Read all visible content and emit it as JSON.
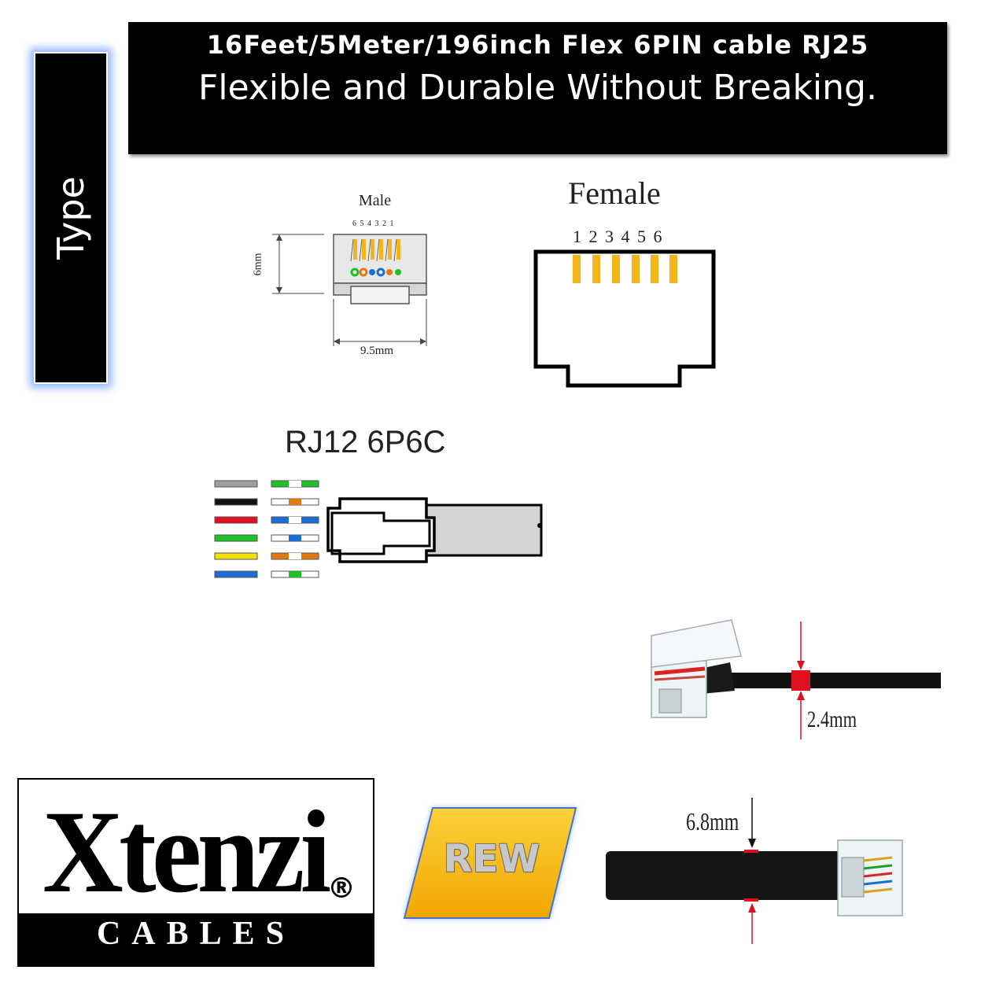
{
  "header": {
    "title": "16Feet/5Meter/196inch Flex 6PIN cable RJ25",
    "subtitle": "Flexible and Durable Without Breaking."
  },
  "type_panel": {
    "label": "Type"
  },
  "male_diagram": {
    "label": "Male",
    "pin_numbers": "6 5 4 3 2 1",
    "height_label": "6mm",
    "width_label": "9.5mm"
  },
  "female_diagram": {
    "label": "Female",
    "pin_numbers": "1 2 3 4 5 6",
    "contact_color": "#f5b51a"
  },
  "rj12": {
    "title": "RJ12 6P6C",
    "wire_colors": [
      "#a0a0a0",
      "#111111",
      "#e01020",
      "#1fc02a",
      "#f2e000",
      "#1a6fd6"
    ],
    "stripe_colors": [
      "#1fc02a",
      "#e07a10",
      "#1a6fd6",
      "#1a6fd6",
      "#e07a10",
      "#1fc02a"
    ]
  },
  "cable_diameter": {
    "label": "2.4mm"
  },
  "flat_cable": {
    "label": "6.8mm"
  },
  "logo": {
    "word": "Xtenzi",
    "reg_mark": "®",
    "tagline": "CABLES"
  },
  "badge": {
    "label": "REW",
    "color": "#f7b500"
  }
}
